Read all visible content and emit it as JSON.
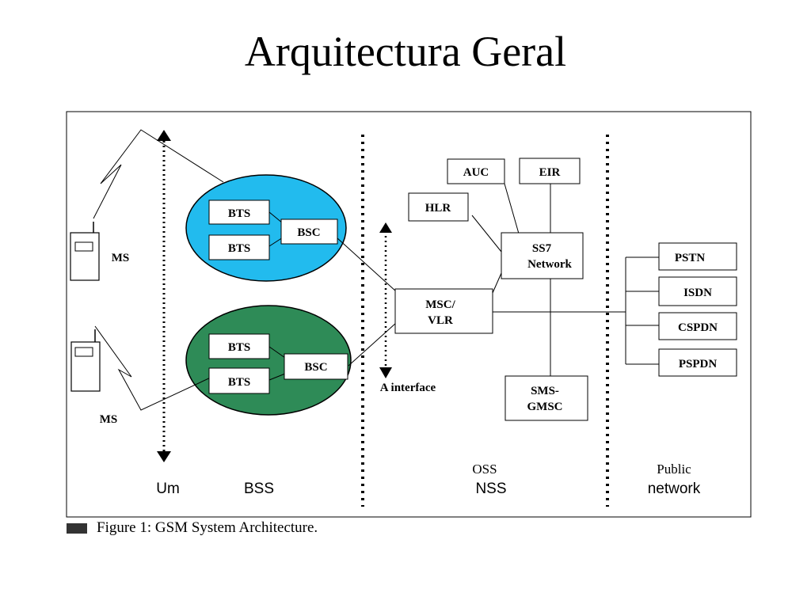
{
  "title": "Arquitectura Geral",
  "colors": {
    "bss_top": "#22bbee",
    "bss_bottom": "#2e8b57",
    "line": "#000000",
    "frame_bg": "#ffffff"
  },
  "diagram": {
    "ms_labels": [
      "MS",
      "MS"
    ],
    "bts_labels": [
      "BTS",
      "BTS",
      "BTS",
      "BTS"
    ],
    "bsc_labels": [
      "BSC",
      "BSC"
    ],
    "msc_vlr": [
      "MSC/",
      "VLR"
    ],
    "ss7": [
      "SS7",
      "Network"
    ],
    "auc": "AUC",
    "eir": "EIR",
    "hlr": "HLR",
    "sms_gmsc": [
      "SMS-",
      "GMSC"
    ],
    "public_networks": [
      "PSTN",
      "ISDN",
      "CSPDN",
      "PSPDN"
    ],
    "a_interface": "A interface",
    "sections": {
      "um": "Um",
      "bss": "BSS",
      "oss": "OSS",
      "nss": "NSS",
      "public_1": "Public",
      "public_2": "network"
    }
  },
  "caption": "Figure 1: GSM System Architecture."
}
